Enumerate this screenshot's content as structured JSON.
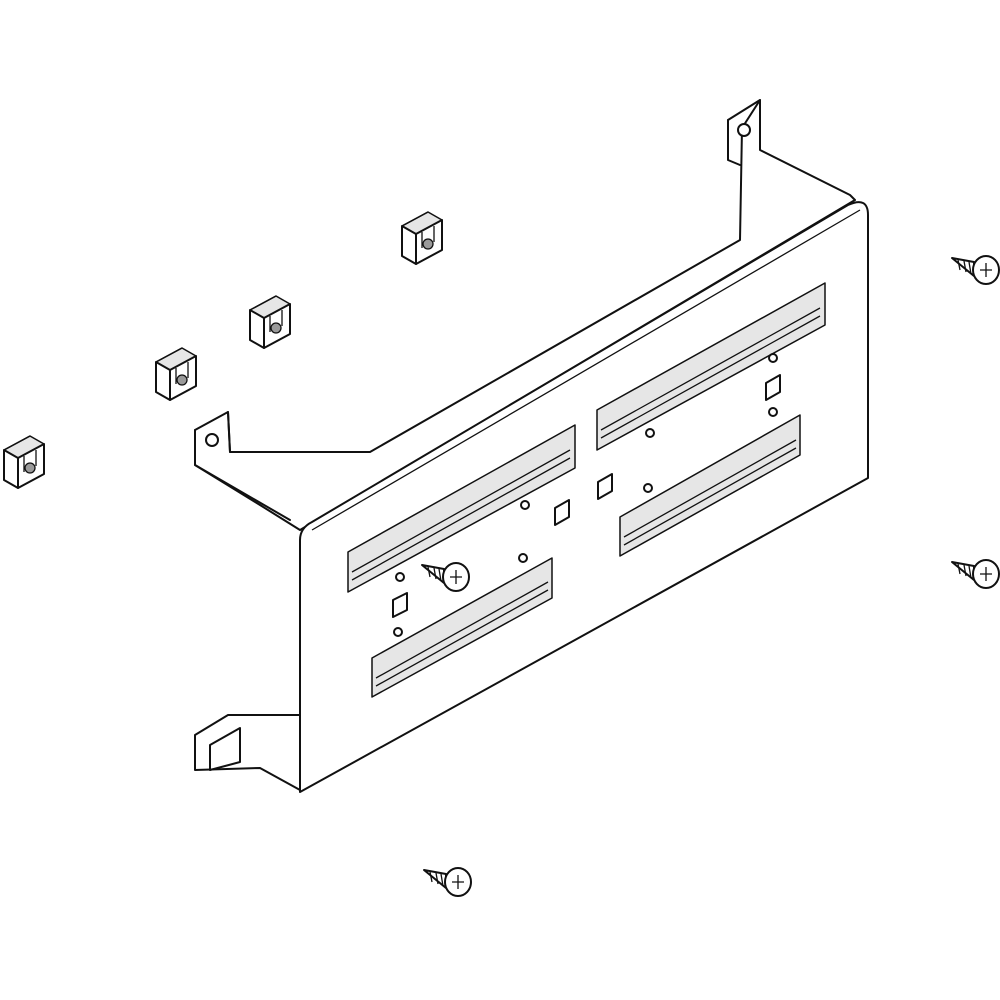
{
  "drawing": {
    "line_color": "#111111",
    "background": "#ffffff",
    "parts": {
      "mounting_plate": 1,
      "cage_nuts": 4,
      "screws": 4,
      "slots": 4
    }
  }
}
